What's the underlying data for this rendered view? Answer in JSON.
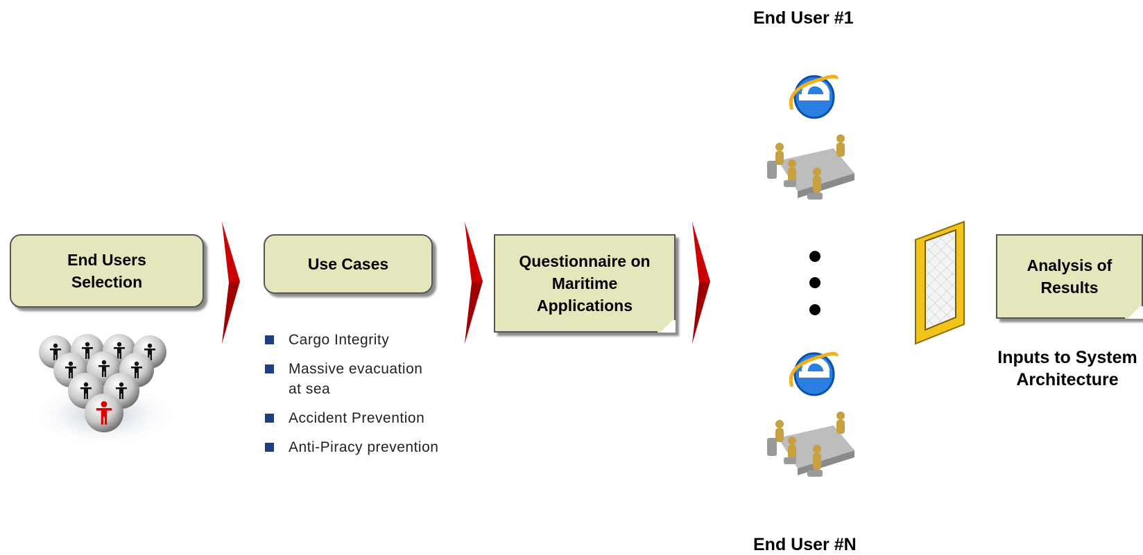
{
  "steps": {
    "selection": "End Users\nSelection",
    "use_cases": "Use Cases",
    "questionnaire": "Questionnaire on\nMaritime\nApplications",
    "analysis": "Analysis of\nResults"
  },
  "use_case_items": [
    "Cargo Integrity",
    "Massive evacuation\nat sea",
    "Accident Prevention",
    "Anti-Piracy prevention"
  ],
  "end_users": {
    "first": "End User #1",
    "last": "End User #N"
  },
  "outputs": "Inputs to System\nArchitecture",
  "colors": {
    "box_fill": "#e6e6bd",
    "chevron": "#cc0000",
    "bullet": "#1f3f7a",
    "frame": "#f0c419"
  },
  "icons": [
    "billiard-people-icon",
    "internet-explorer-icon",
    "meeting-table-icon",
    "document-frame-icon"
  ]
}
